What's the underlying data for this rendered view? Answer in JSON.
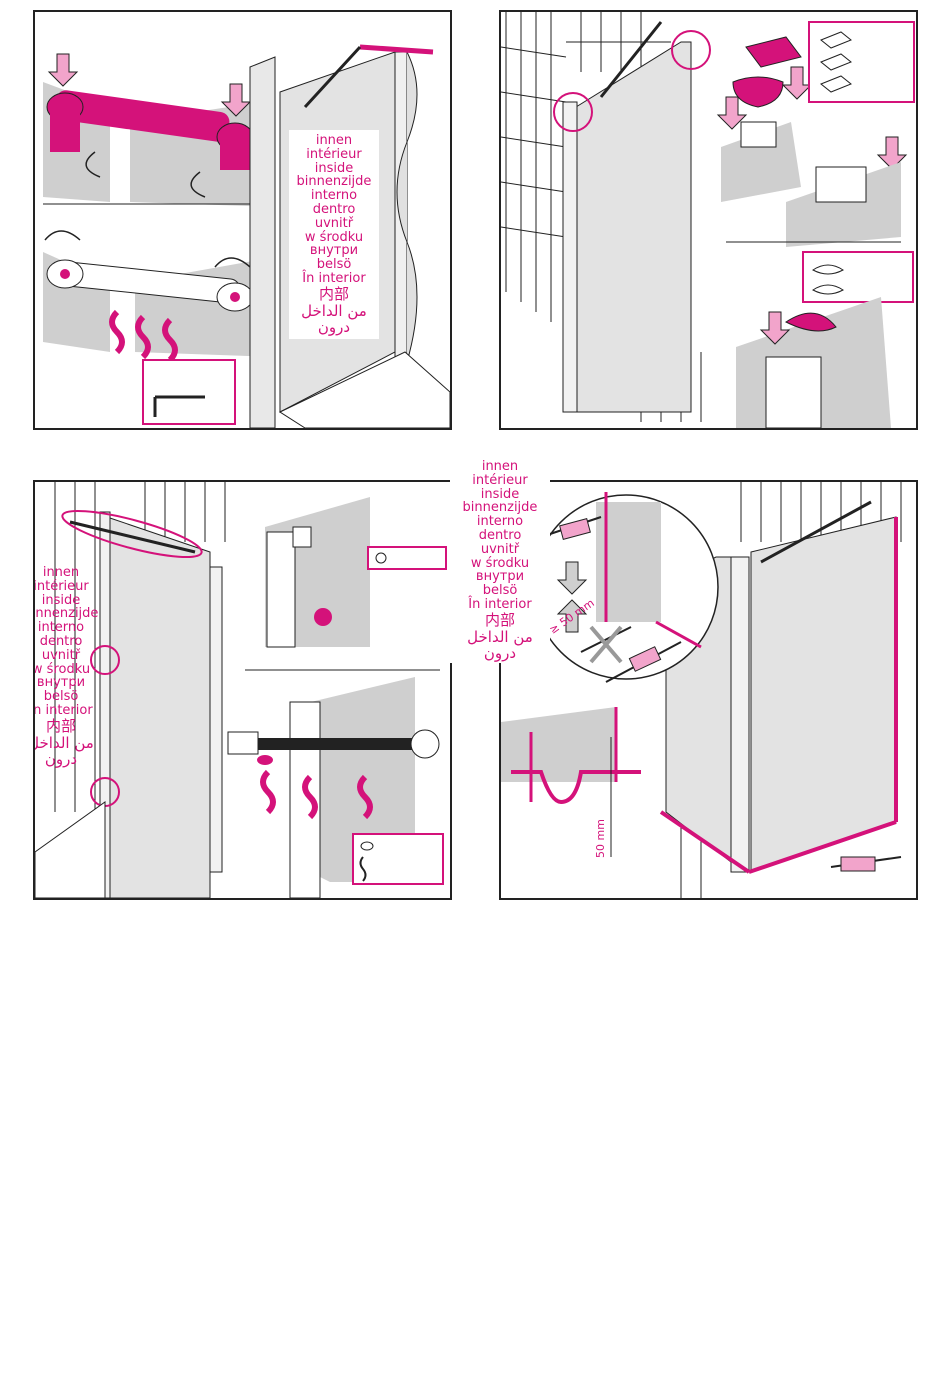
{
  "labels": {
    "inside_languages": [
      "innen",
      "intérieur",
      "inside",
      "binnenzijde",
      "interno",
      "dentro",
      "uvnitř",
      "w środku",
      "внутри",
      "belsö",
      "În interior",
      "内部",
      "من الداخل",
      "درون"
    ]
  },
  "panel4": {
    "min_distance": "≥ 50 mm",
    "distance": "50 mm"
  },
  "colors": {
    "accent": "#d4127a",
    "line": "#222222",
    "glass": "#e3e3e3",
    "wall": "#cfcfcf"
  }
}
